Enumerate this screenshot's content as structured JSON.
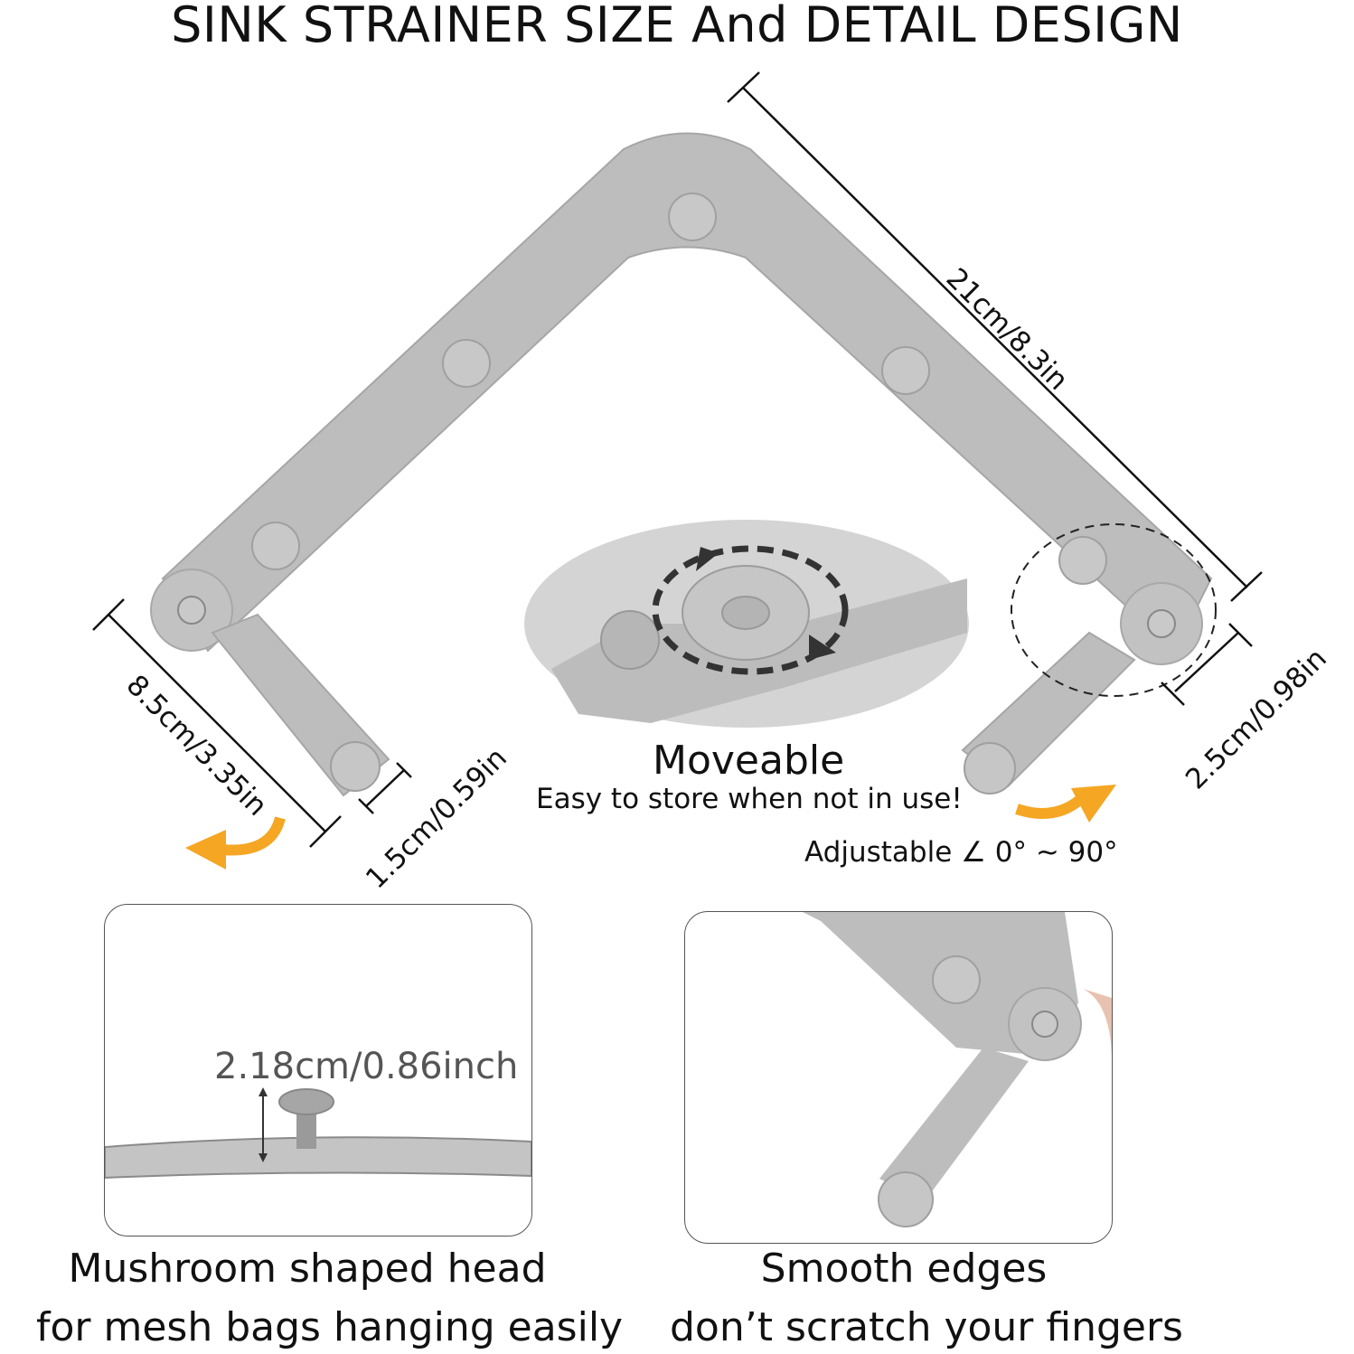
{
  "title": "SINK STRAINER SIZE And DETAIL DESIGN",
  "dimensions": {
    "length": "21cm/8.3in",
    "leg_length": "8.5cm/3.35in",
    "leg_width": "1.5cm/0.59in",
    "arm_width": "2.5cm/0.98in",
    "head_height": "2.18cm/0.86inch"
  },
  "moveable": {
    "heading": "Moveable",
    "subtext": "Easy to store when not in use!"
  },
  "adjustable": "Adjustable ∠ 0° ~ 90°",
  "captions": {
    "left_line1": "Mushroom shaped head",
    "left_line2": "for mesh bags hanging easily",
    "right_line1": "Smooth edges",
    "right_line2": "don’t scratch your fingers"
  },
  "colors": {
    "product_gray": "#bcbcbc",
    "product_shadow": "#a8a8a8",
    "arrow_orange": "#f5a623",
    "line": "#111111"
  }
}
